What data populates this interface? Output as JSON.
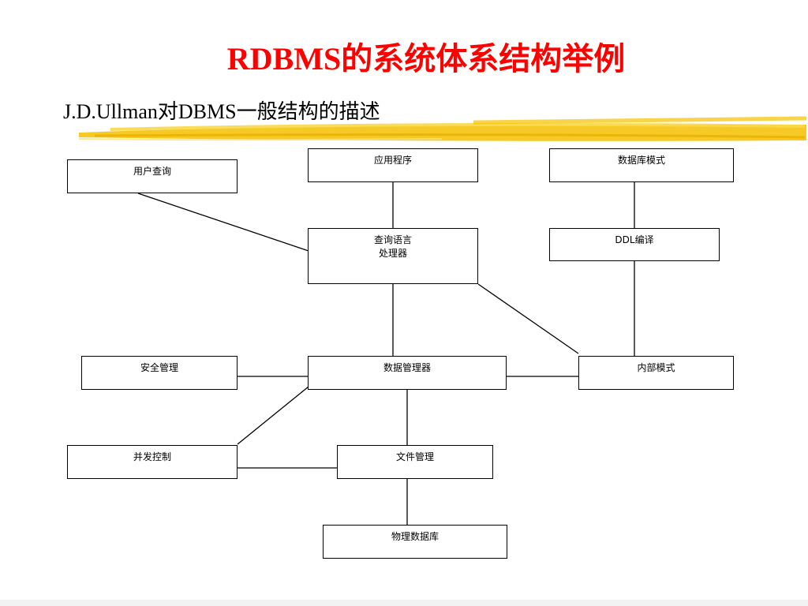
{
  "title": "RDBMS的系统体系结构举例",
  "subtitle": "J.D.Ullman对DBMS一般结构的描述",
  "highlight_color": "#f5c000",
  "nodes": {
    "user_query": "用户查询",
    "application": "应用程序",
    "db_schema": "数据库模式",
    "query_processor_line1": "查询语言",
    "query_processor_line2": "处理器",
    "ddl_compile": "DDL编译",
    "security": "安全管理",
    "data_manager": "数据管理器",
    "internal_schema": "内部模式",
    "concurrency": "并发控制",
    "file_manager": "文件管理",
    "physical_db": "物理数据库"
  }
}
